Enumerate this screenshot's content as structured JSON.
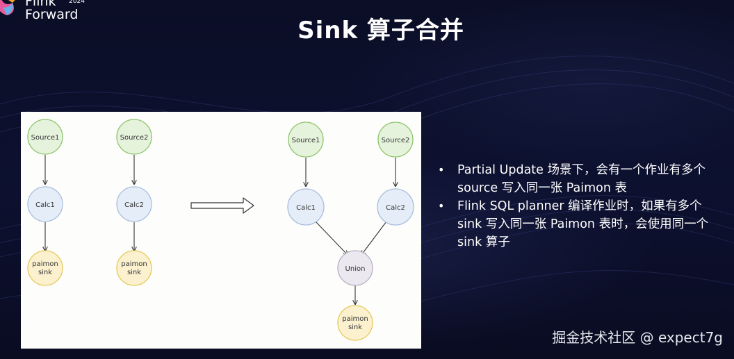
{
  "logo": {
    "line1": "Flink",
    "year": "2024",
    "line2": "Forward",
    "icon": "flink-squirrel-logo-icon"
  },
  "title": "Sink 算子合并",
  "diagram": {
    "before": {
      "nodes": [
        {
          "id": "source1",
          "label": "Source1"
        },
        {
          "id": "source2",
          "label": "Source2"
        },
        {
          "id": "calc1",
          "label": "Calc1"
        },
        {
          "id": "calc2",
          "label": "Calc2"
        },
        {
          "id": "sink1",
          "label_line1": "paimon",
          "label_line2": "sink"
        },
        {
          "id": "sink2",
          "label_line1": "paimon",
          "label_line2": "sink"
        }
      ]
    },
    "after": {
      "nodes": [
        {
          "id": "source1",
          "label": "Source1"
        },
        {
          "id": "source2",
          "label": "Source2"
        },
        {
          "id": "calc1",
          "label": "Calc1"
        },
        {
          "id": "calc2",
          "label": "Calc2"
        },
        {
          "id": "union",
          "label": "Union"
        },
        {
          "id": "sink",
          "label_line1": "paimon",
          "label_line2": "sink"
        }
      ]
    },
    "colors": {
      "source_fill": "#e6f3dc",
      "source_stroke": "#8cc46b",
      "calc_fill": "#e4edf8",
      "calc_stroke": "#a9bede",
      "sink_fill": "#fbf1cf",
      "sink_stroke": "#e5c95a",
      "union_fill": "#ece8f0",
      "union_stroke": "#b6aec0"
    },
    "arrow_icon": "right-arrow-icon"
  },
  "bullets": [
    "Partial Update 场景下，会有一个作业有多个 source 写入同一张 Paimon 表",
    "Flink SQL planner 编译作业时，如果有多个 sink 写入同一张 Paimon 表时，会使用同一个 sink 算子"
  ],
  "bullet_marker": "•",
  "watermark": "掘金技术社区 @ expect7g"
}
